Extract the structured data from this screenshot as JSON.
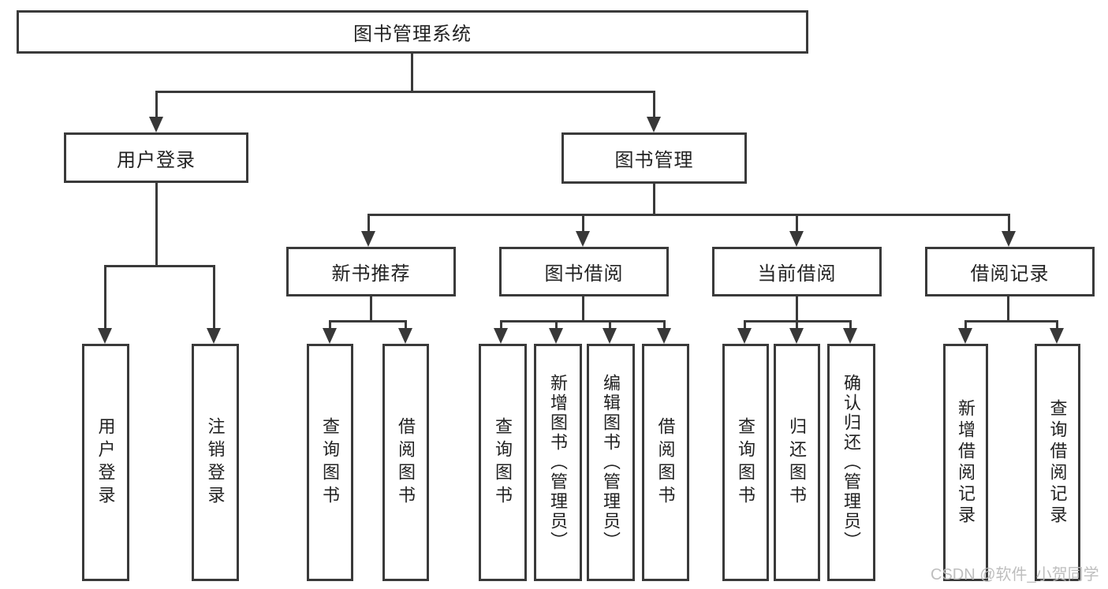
{
  "tree": {
    "root": {
      "label": "图书管理系统"
    },
    "branches": [
      {
        "label": "用户登录",
        "leaves": [
          {
            "label": "用户登录"
          },
          {
            "label": "注销登录"
          }
        ]
      },
      {
        "label": "图书管理",
        "groups": [
          {
            "label": "新书推荐",
            "leaves": [
              {
                "label": "查询图书"
              },
              {
                "label": "借阅图书"
              }
            ]
          },
          {
            "label": "图书借阅",
            "leaves": [
              {
                "label": "查询图书"
              },
              {
                "label": "新增图书（管理员）"
              },
              {
                "label": "编辑图书（管理员）"
              },
              {
                "label": "借阅图书"
              }
            ]
          },
          {
            "label": "当前借阅",
            "leaves": [
              {
                "label": "查询图书"
              },
              {
                "label": "归还图书"
              },
              {
                "label": "确认归还（管理员）"
              }
            ]
          },
          {
            "label": "借阅记录",
            "leaves": [
              {
                "label": "新增借阅记录"
              },
              {
                "label": "查询借阅记录"
              }
            ]
          }
        ]
      }
    ]
  },
  "watermark": "CSDN @软件_小贺同学",
  "colors": {
    "line": "#3a3a3a",
    "text": "#222222",
    "watermark": "#bababa"
  }
}
